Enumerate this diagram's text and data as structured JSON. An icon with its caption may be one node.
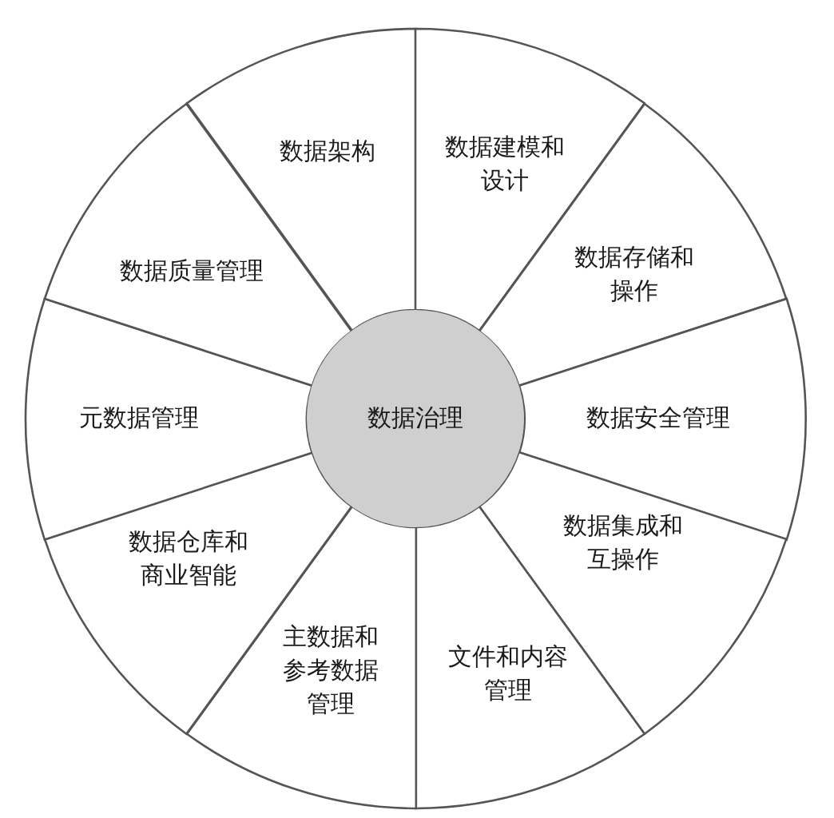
{
  "diagram": {
    "nodes": [
      {
        "text": [
          "数据治理"
        ]
      },
      {
        "text": [
          "数据架构"
        ]
      },
      {
        "text": [
          "数据建模和设计"
        ]
      },
      {
        "text": [
          "数据存储和操作"
        ]
      },
      {
        "text": [
          "数据安全管理"
        ]
      },
      {
        "text": [
          "数据集成和互操作"
        ]
      },
      {
        "text": [
          "文件和内容管理"
        ]
      },
      {
        "text": [
          "主数据和参考数据管理"
        ]
      },
      {
        "text": [
          "数据仓库和商业智能"
        ]
      },
      {
        "text": [
          "元数据管理"
        ]
      },
      {
        "text": [
          "数据质量管理"
        ]
      }
    ],
    "edges": []
  }
}
